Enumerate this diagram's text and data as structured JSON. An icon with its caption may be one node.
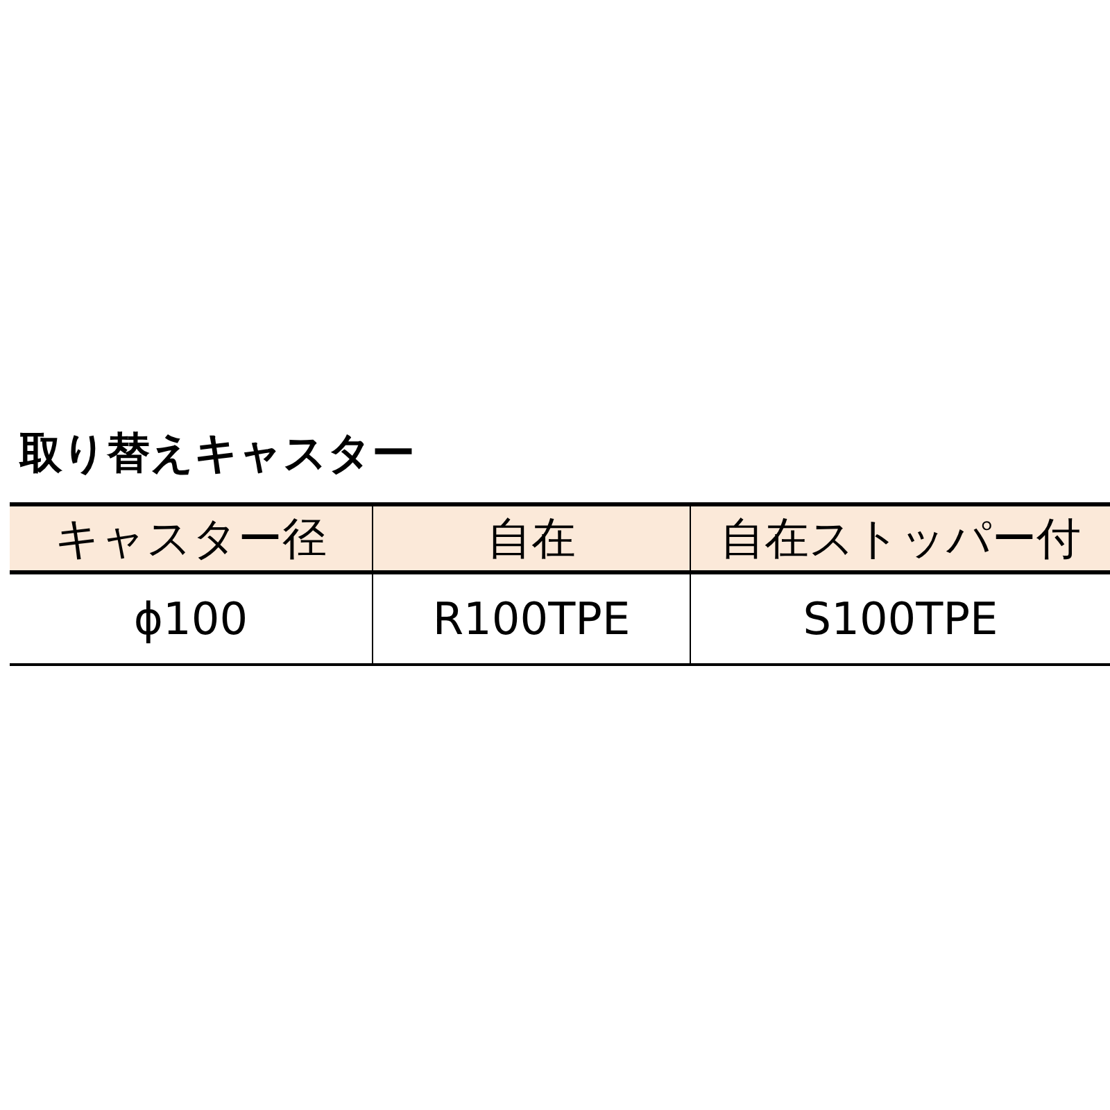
{
  "diagram": {
    "title": "取り替えキャスター",
    "labels": [
      "キャスター径",
      "自在",
      "自在ストッパー付",
      "ϕ100",
      "R100TPE",
      "S100TPE"
    ]
  }
}
